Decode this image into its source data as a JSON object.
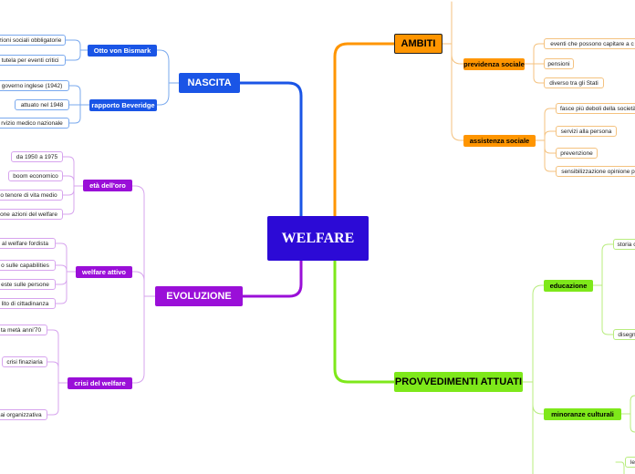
{
  "central": "WELFARE",
  "branches": {
    "nascita": {
      "label": "NASCITA",
      "color": "#1a55e6",
      "otto": {
        "label": "Otto von Bismark",
        "items": [
          "zioni sociali obbligatorie",
          "tutela per eventi critici"
        ]
      },
      "beveridge": {
        "label": "rapporto Beveridge",
        "items": [
          "governo inglese (1942)",
          "attuato nel 1948",
          "rvizio medico nazionale"
        ]
      }
    },
    "evoluzione": {
      "label": "EVOLUZIONE",
      "color": "#9a0fd8",
      "eta": {
        "label": "età dell'oro",
        "items": [
          "da 1950 a 1975",
          "boom economico",
          "o tenore di vita medio",
          "one azioni del welfare"
        ]
      },
      "attivo": {
        "label": "welfare attivo",
        "items": [
          "al welfare fordista",
          "o sulle capabilities",
          "este sulle persone",
          "lito di cittadinanza"
        ]
      },
      "crisi": {
        "label": "crisi del welfare",
        "items": [
          "ta metà anni'70",
          "crisi finaziaria",
          "ai organizzativa"
        ]
      }
    },
    "ambiti": {
      "label": "AMBITI",
      "color": "#ff9500",
      "previdenza": {
        "label": "previdenza sociale",
        "items": [
          "eventi che possono capitare a c",
          "pensioni",
          "diverso tra gli Stati"
        ]
      },
      "assistenza": {
        "label": "assistenza sociale",
        "items": [
          "fasce più deboli della società",
          "servizi alla persona",
          "prevenzione",
          "sensibilizzazione opinione p"
        ]
      }
    },
    "provvedimenti": {
      "label": "PROVVEDIMENTI ATTUATI",
      "color": "#7ee81a",
      "educazione": {
        "label": "educazione",
        "items": [
          "storia c",
          "disegn"
        ]
      },
      "minoranze": {
        "label": "minoranze culturali",
        "items": []
      },
      "other": {
        "items": [
          "le"
        ]
      }
    }
  }
}
